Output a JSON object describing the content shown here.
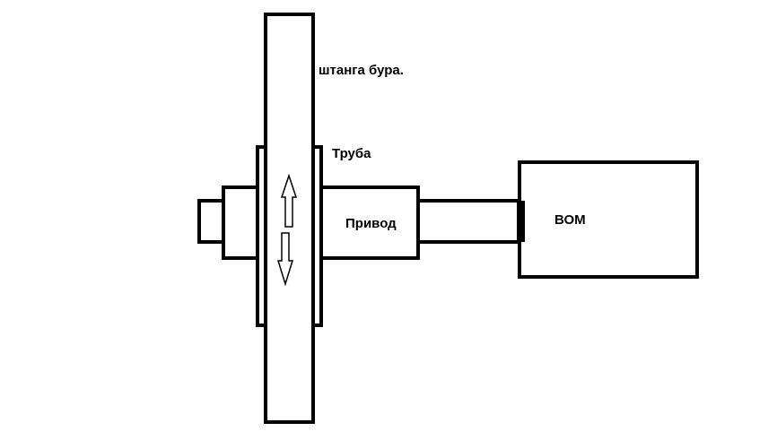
{
  "labels": {
    "rod": "штанга бура.",
    "pipe": "Труба",
    "drive": "Привод",
    "pto": "ВОМ"
  },
  "icons": {
    "up": "arrow-up-icon",
    "down": "arrow-down-icon"
  },
  "colors": {
    "stroke": "#000000",
    "background": "#ffffff"
  }
}
